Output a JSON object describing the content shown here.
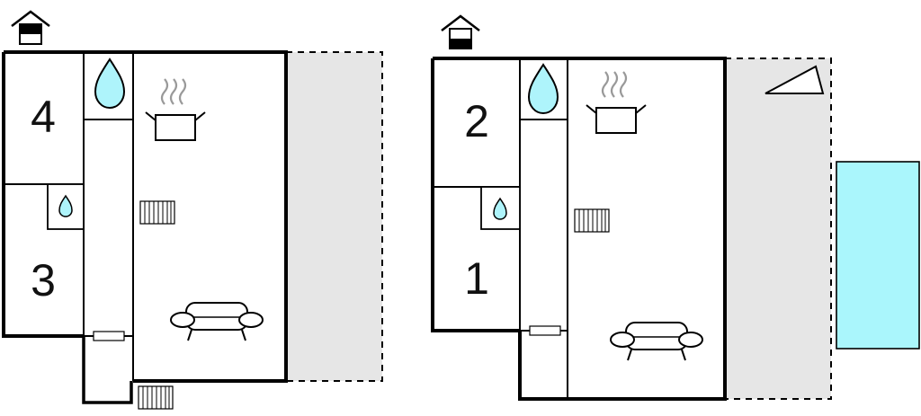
{
  "floorplans": [
    {
      "id": "left",
      "rooms": [
        {
          "label": "4"
        },
        {
          "label": "3"
        }
      ],
      "icons": [
        "house-icon",
        "water-drop-icon",
        "small-water-drop-icon",
        "cooking-pot-icon",
        "radiator-icon",
        "sofa-icon"
      ]
    },
    {
      "id": "right",
      "rooms": [
        {
          "label": "2"
        },
        {
          "label": "1"
        }
      ],
      "icons": [
        "house-icon",
        "water-drop-icon",
        "small-water-drop-icon",
        "cooking-pot-icon",
        "radiator-icon",
        "sofa-icon",
        "pool"
      ]
    }
  ],
  "colors": {
    "wall": "#000000",
    "terrace": "#e6e6e6",
    "water": "#aef4fb",
    "pool": "#aaf6fc"
  }
}
